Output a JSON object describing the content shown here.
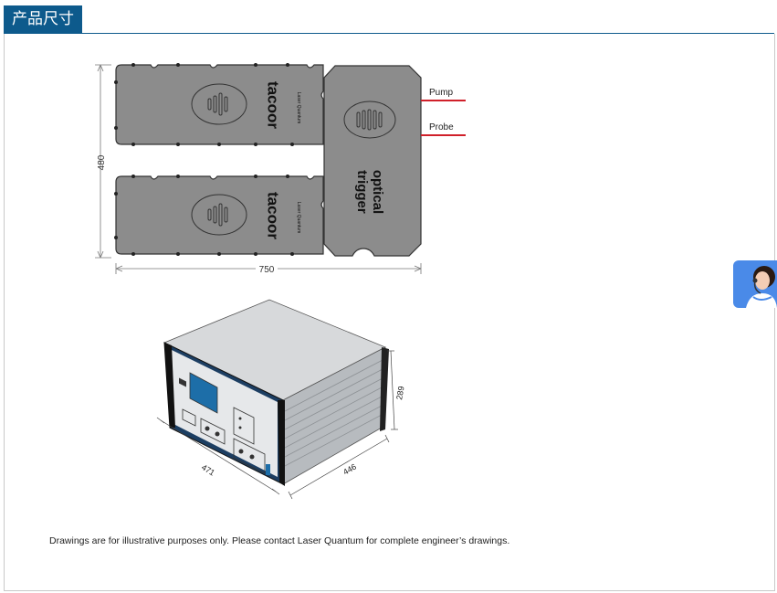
{
  "tab": {
    "label": "产品尺寸"
  },
  "drawing": {
    "height_dim": "480",
    "width_dim": "750",
    "module_label": "tacoor",
    "brand_small": "Laser Quantum",
    "trigger_label_line1": "optical",
    "trigger_label_line2": "trigger",
    "pump_label": "Pump",
    "probe_label": "Probe",
    "pump_color": "#d0202a",
    "probe_color": "#d0202a"
  },
  "box_drawing": {
    "dim_depth": "471",
    "dim_width": "446",
    "dim_height": "289"
  },
  "caption": "Drawings are for illustrative purposes only. Please contact Laser Quantum for complete engineer’s drawings.",
  "support_widget": {
    "icon": "customer-service-avatar-icon",
    "accent": "#4a8ae8"
  }
}
